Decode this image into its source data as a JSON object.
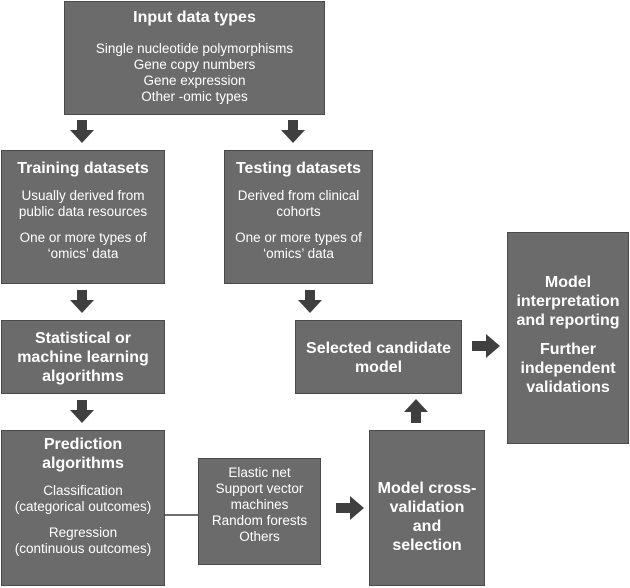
{
  "input": {
    "title": "Input data types",
    "items": [
      "Single nucleotide polymorphisms",
      "Gene copy numbers",
      "Gene expression",
      "Other -omic types"
    ]
  },
  "training": {
    "title": "Training datasets",
    "desc": [
      "Usually derived from",
      "public data resources"
    ],
    "types": [
      "One or more types of",
      "‘omics’ data"
    ]
  },
  "testing": {
    "title": "Testing datasets",
    "desc": [
      "Derived from clinical",
      "cohorts"
    ],
    "types": [
      "One or more types of",
      "‘omics’ data"
    ]
  },
  "statistical": {
    "title": [
      "Statistical or",
      "machine learning",
      "algorithms"
    ]
  },
  "prediction": {
    "title": [
      "Prediction",
      "algorithms"
    ],
    "classification": [
      "Classification",
      "(categorical outcomes)"
    ],
    "regression": [
      "Regression",
      "(continuous outcomes)"
    ]
  },
  "methods": {
    "items": [
      "Elastic net",
      "Support vector",
      "machines",
      "Random forests",
      "Others"
    ]
  },
  "crossval": {
    "title": [
      "Model cross-",
      "validation",
      "and selection"
    ]
  },
  "candidate": {
    "title": [
      "Selected candidate",
      "model"
    ]
  },
  "interpretation": {
    "title1": [
      "Model",
      "interpretation",
      "and reporting"
    ],
    "title2": [
      "Further",
      "independent",
      "validations"
    ]
  },
  "colors": {
    "box": "#6b6b6b",
    "arrow": "#3f3f3f",
    "text": "#ffffff"
  }
}
